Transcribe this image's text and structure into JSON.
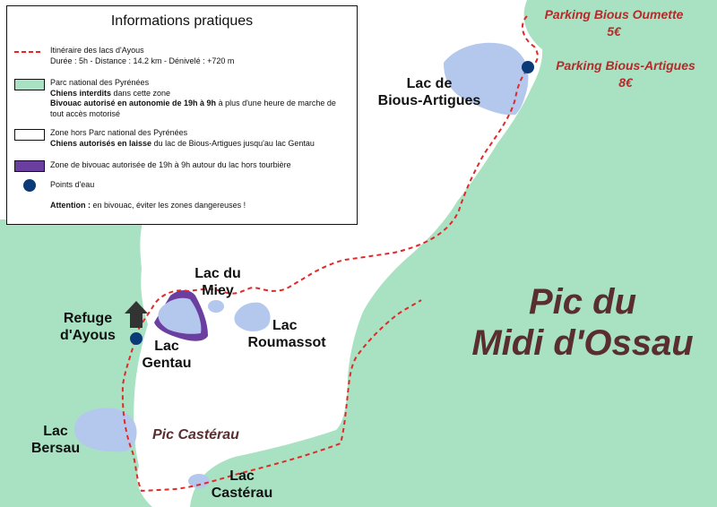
{
  "map": {
    "peak_name_line1": "Pic du",
    "peak_name_line2": "Midi d'Ossau",
    "pic_casterau": "Pic Castérau",
    "lakes": {
      "bious_artigues": [
        "Lac de",
        "Bious-Artigues"
      ],
      "miey": [
        "Lac du",
        "Miey"
      ],
      "roumassot": [
        "Lac",
        "Roumassot"
      ],
      "gentau": [
        "Lac",
        "Gentau"
      ],
      "bersau": [
        "Lac",
        "Bersau"
      ],
      "casterau": [
        "Lac",
        "Castérau"
      ]
    },
    "refuge": [
      "Refuge",
      "d'Ayous"
    ],
    "parking_oumette": {
      "name": "Parking Bious Oumette",
      "price": "5€"
    },
    "parking_artigues": {
      "name": "Parking Bious-Artigues",
      "price": "8€"
    }
  },
  "legend": {
    "title": "Informations pratiques",
    "itinerary": {
      "line1": "Itinéraire des lacs d'Ayous",
      "line2": "Durée : 5h - Distance : 14.2 km - Dénivelé : +720 m"
    },
    "national_park": {
      "line1": "Parc national des Pyrénées",
      "dogs_bold": "Chiens interdits",
      "dogs_rest": " dans cette zone",
      "bivouac_bold": "Bivouac autorisé en autonomie de 19h à 9h",
      "bivouac_rest": " à plus d'une heure de marche de tout accès motorisé"
    },
    "outside_park": {
      "line1": "Zone hors Parc national des Pyrénées",
      "dogs_bold": "Chiens autorisés en laisse",
      "dogs_rest": " du lac de Bious-Artigues jusqu'au lac Gentau"
    },
    "bivouac_zone": "Zone de bivouac autorisée de 19h à 9h autour du lac hors tourbière",
    "water": "Points d'eau",
    "attention_bold": "Attention :",
    "attention_rest": " en bivouac, éviter les zones dangereuses !"
  },
  "colors": {
    "park_green": "#a8e2c2",
    "outside_white": "#ffffff",
    "lake_blue": "#b3c8ec",
    "bivouac_purple": "#6b3fa0",
    "trail_red": "#e02a2a",
    "water_dot": "#0b3a78",
    "refuge_arrow": "#333333"
  },
  "icons": [
    "refuge-arrow-icon",
    "water-point-icon"
  ]
}
